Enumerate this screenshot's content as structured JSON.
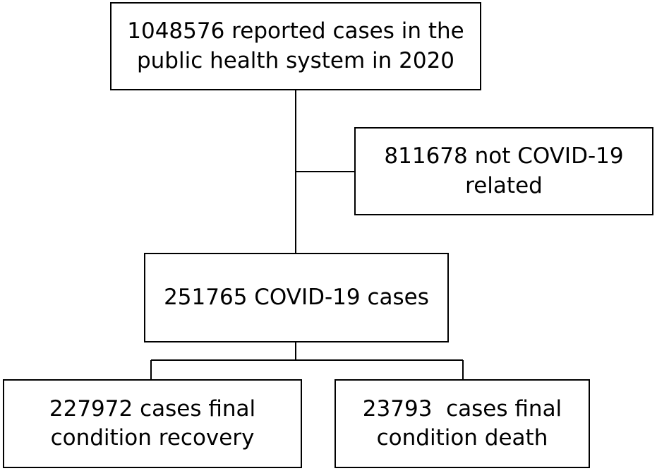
{
  "flowchart": {
    "total": {
      "line1": "1048576 reported cases in the",
      "line2": "public health system in 2020"
    },
    "excluded": {
      "line1": "811678 not COVID-19",
      "line2": "related"
    },
    "covid": {
      "line1": "251765 COVID-19 cases"
    },
    "recovery": {
      "line1": "227972 cases final",
      "line2": "condition recovery"
    },
    "death": {
      "line1": "23793  cases final",
      "line2": "condition death"
    }
  }
}
